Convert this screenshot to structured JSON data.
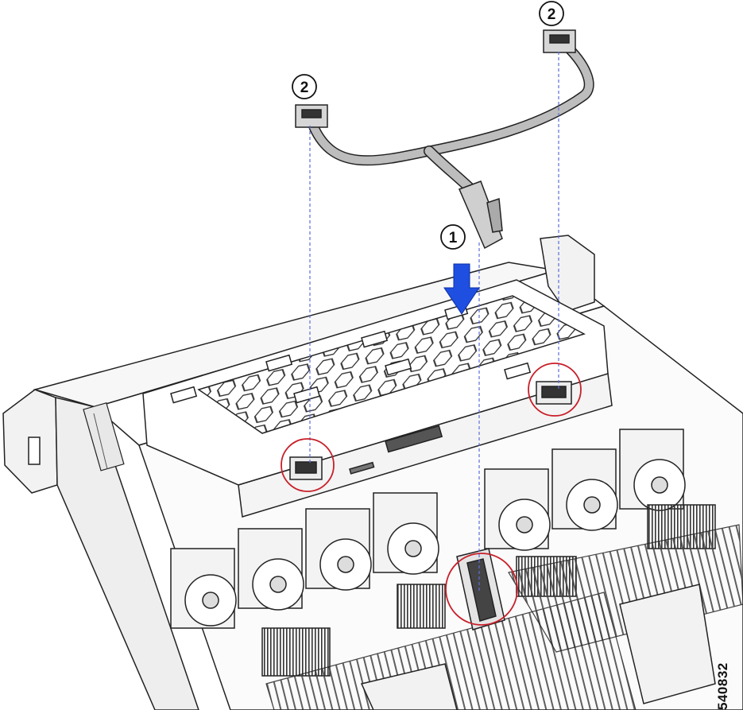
{
  "callouts": {
    "step1": "1",
    "step2_left": "2",
    "step2_right": "2"
  },
  "figure_id": "540832",
  "colors": {
    "arrow": "#1f4fe0",
    "leader_line": "#5b6fd8",
    "highlight_circle": "#c8202a",
    "line_art": "#222222",
    "cable": "#b9b9b9"
  }
}
